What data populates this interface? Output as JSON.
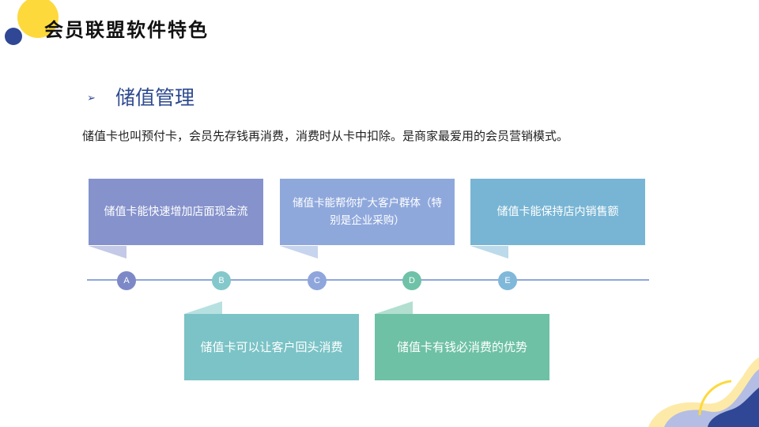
{
  "slide": {
    "title": "会员联盟软件特色",
    "section_arrow": "➢",
    "section_title": "储值管理",
    "description": "储值卡也叫预付卡，会员先存钱再消费，消费时从卡中扣除。是商家最爱用的会员营销模式。"
  },
  "features": {
    "a": "储值卡能快速增加店面现金流",
    "b": "储值卡可以让客户回头消费",
    "c": "储值卡能帮你扩大客户群体（特别是企业采购）",
    "d": "储值卡有钱必消费的优势",
    "e": "储值卡能保持店内销售额"
  },
  "timeline": {
    "nodes": [
      "A",
      "B",
      "C",
      "D",
      "E"
    ]
  },
  "colors": {
    "accent_navy": "#2f4794",
    "accent_yellow": "#fdd93c",
    "box_a": "#8592cc",
    "box_b": "#7bc3c6",
    "box_c": "#8fa8dc",
    "box_d": "#6ec1a5",
    "box_e": "#78b5d4"
  }
}
